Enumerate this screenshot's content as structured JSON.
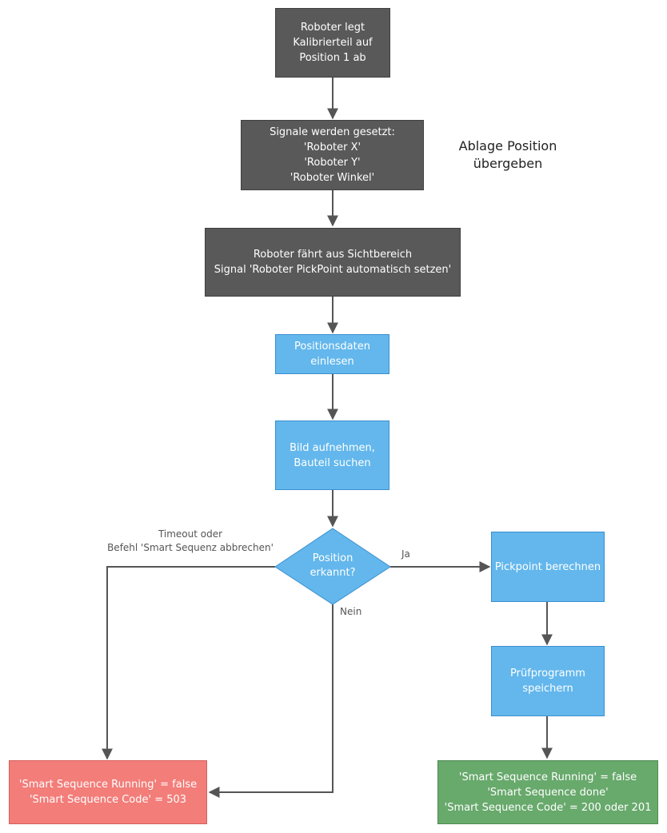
{
  "nodes": {
    "n1": {
      "lines": [
        "Roboter legt",
        "Kalibrierteil auf",
        "Position 1 ab"
      ]
    },
    "n2": {
      "lines": [
        "Signale werden gesetzt:",
        "'Roboter X'",
        "'Roboter Y'",
        "'Roboter Winkel'"
      ]
    },
    "n3": {
      "lines": [
        "Roboter fährt aus Sichtbereich",
        "Signal 'Roboter PickPoint automatisch setzen'"
      ]
    },
    "n4": {
      "lines": [
        "Positionsdaten",
        "einlesen"
      ]
    },
    "n5": {
      "lines": [
        "Bild aufnehmen,",
        "Bauteil suchen"
      ]
    },
    "decision": {
      "lines": [
        "Position",
        "erkannt?"
      ]
    },
    "n6": {
      "lines": [
        "Pickpoint berechnen"
      ]
    },
    "n7": {
      "lines": [
        "Prüfprogramm",
        "speichern"
      ]
    },
    "fail": {
      "lines": [
        "'Smart Sequence Running' = false",
        "'Smart Sequence Code' = 503"
      ]
    },
    "success": {
      "lines": [
        "'Smart Sequence Running' = false",
        "'Smart Sequence done'",
        "'Smart Sequence Code' = 200 oder 201"
      ]
    }
  },
  "edge_labels": {
    "timeout": [
      "Timeout oder",
      "Befehl 'Smart Sequenz abbrechen'"
    ],
    "ja": "Ja",
    "nein": "Nein"
  },
  "side_note": [
    "Ablage Position",
    "übergeben"
  ],
  "colors": {
    "process_dark": "#595959",
    "process_blue": "#63b7ec",
    "result_fail": "#f27d79",
    "result_success": "#68a96c",
    "connector": "#555555"
  }
}
